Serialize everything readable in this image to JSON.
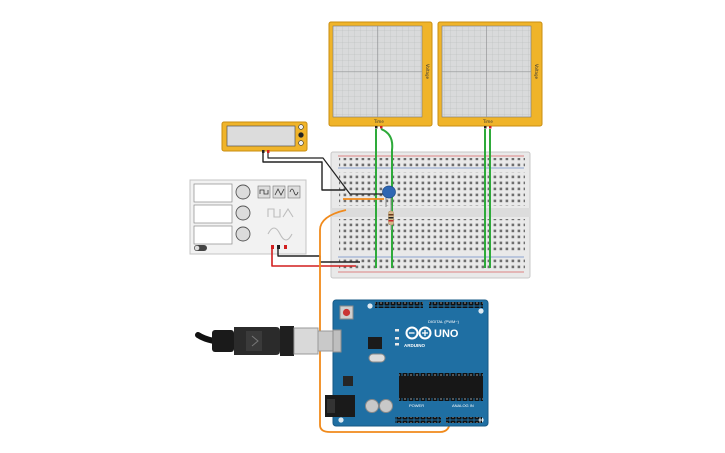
{
  "colors": {
    "scope_frame": "#f0b429",
    "scope_screen": "#d9dadb",
    "breadboard": "#e9e9e9",
    "arduino": "#1f6fa3",
    "wire_green": "#2eaa3a",
    "wire_orange": "#f08a1c",
    "wire_red": "#d21f1f",
    "wire_black": "#222222",
    "capacitor": "#2f67b3"
  },
  "oscilloscope_left": {
    "x_label": "Time",
    "y_label": "Voltage"
  },
  "oscilloscope_right": {
    "x_label": "Time",
    "y_label": "Voltage"
  },
  "arduino": {
    "logo": "ARDUINO",
    "model": "UNO",
    "digital_label": "DIGITAL (PWM~)",
    "power_label": "POWER",
    "analog_label": "ANALOG IN",
    "icons": [
      "reset-button-icon",
      "usb-connector-icon",
      "dc-jack-icon"
    ]
  },
  "function_generator": {
    "waveform_icons": [
      "square-wave-icon",
      "triangle-wave-icon",
      "sine-wave-icon"
    ]
  }
}
